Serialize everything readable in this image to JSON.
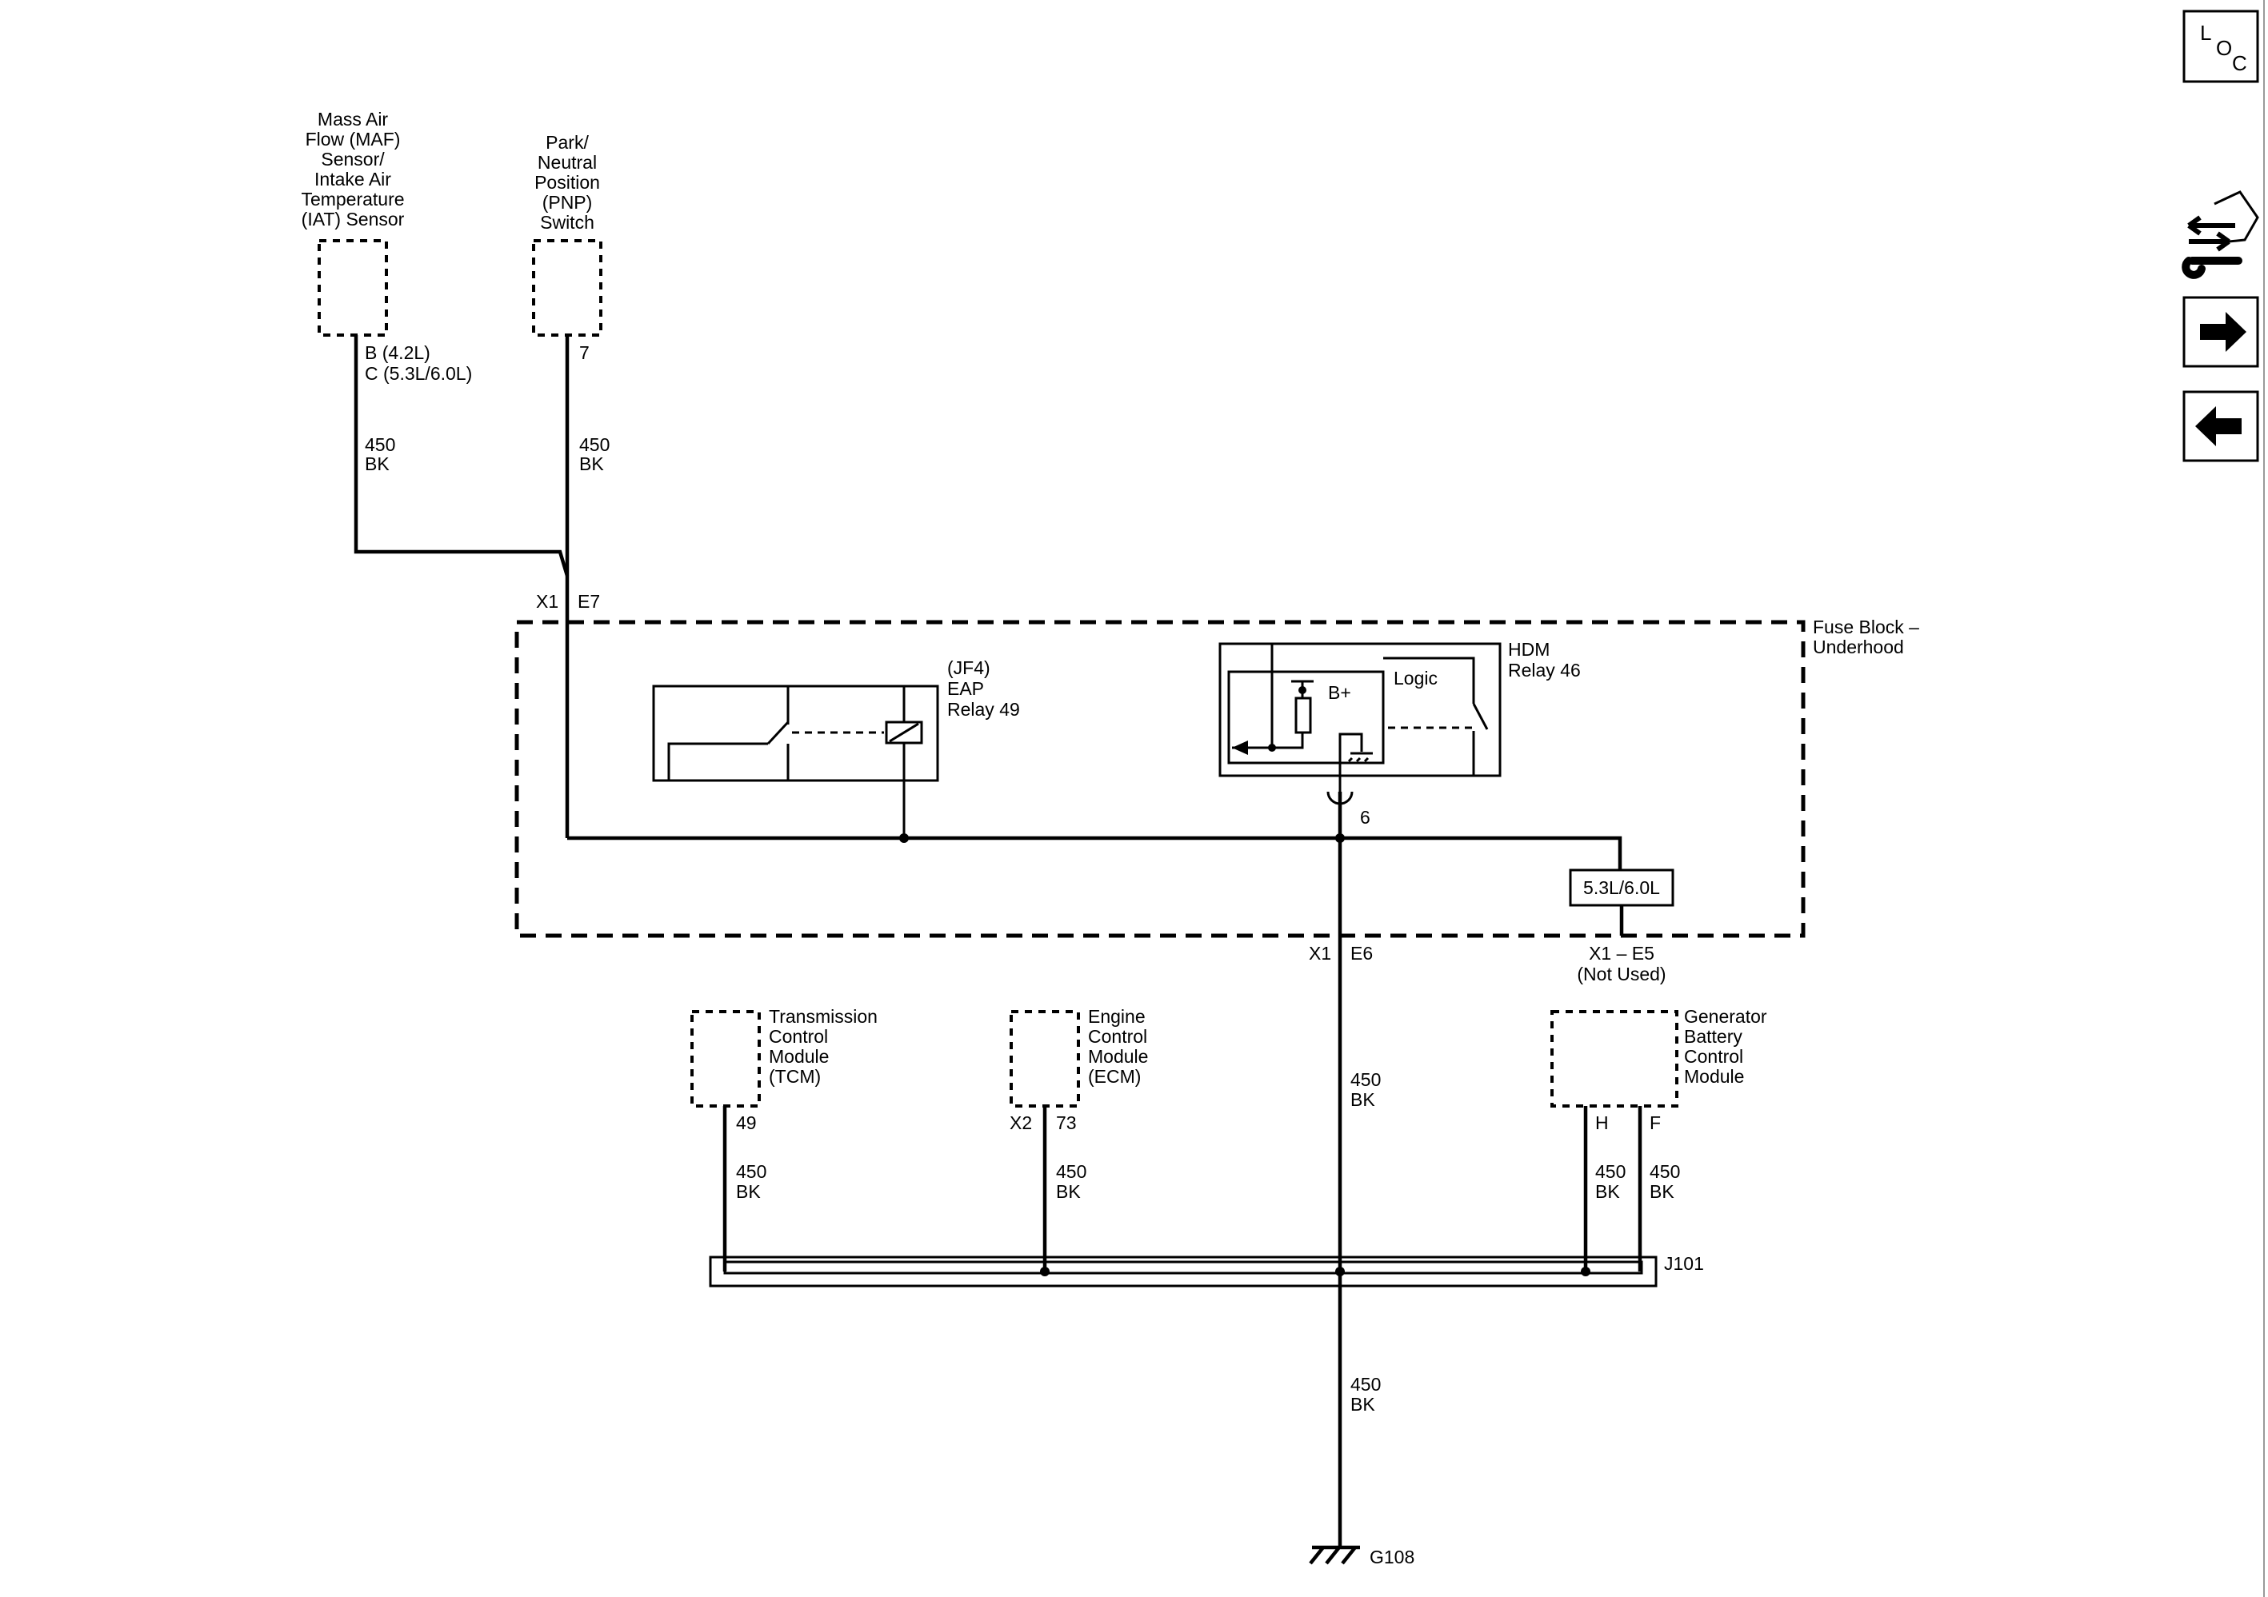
{
  "components": {
    "maf": {
      "label": [
        "Mass Air",
        "Flow (MAF)",
        "Sensor/",
        "Intake Air",
        "Temperature",
        "(IAT) Sensor"
      ],
      "pin": [
        "B (4.2L)",
        "C (5.3L/6.0L)"
      ]
    },
    "pnp": {
      "label": [
        "Park/",
        "Neutral",
        "Position",
        "(PNP)",
        "Switch"
      ],
      "pin": "7"
    },
    "tcm": {
      "label": [
        "Transmission",
        "Control",
        "Module",
        "(TCM)"
      ],
      "pin": "49"
    },
    "ecm": {
      "label": [
        "Engine",
        "Control",
        "Module",
        "(ECM)"
      ],
      "connector": "X2",
      "pin": "73"
    },
    "gbcm": {
      "label": [
        "Generator",
        "Battery",
        "Control",
        "Module"
      ],
      "pin_h": "H",
      "pin_f": "F"
    }
  },
  "fuse_block": {
    "label": [
      "Fuse Block –",
      "Underhood"
    ],
    "entry": {
      "connector": "X1",
      "pin": "E7"
    },
    "exit_e6": {
      "connector": "X1",
      "pin": "E6"
    },
    "exit_e5": {
      "label": "X1 – E5",
      "note": "(Not Used)"
    },
    "eap_relay": [
      "(JF4)",
      "EAP",
      "Relay 49"
    ],
    "hdm_relay": [
      "HDM",
      "Relay 46"
    ],
    "logic_label": "Logic",
    "bplus_label": "B+",
    "pin_6": "6",
    "engine_option": "5.3L/6.0L"
  },
  "wires": {
    "circuit": "450",
    "color": "BK"
  },
  "splice": {
    "label": "J101"
  },
  "ground": {
    "label": "G108"
  },
  "nav": {
    "loc_button": {
      "letters": [
        "L",
        "O",
        "C"
      ],
      "icon": "location-icon"
    },
    "connector_icon": "connector-wrench-icon",
    "next_icon": "arrow-right-icon",
    "prev_icon": "arrow-left-icon"
  }
}
